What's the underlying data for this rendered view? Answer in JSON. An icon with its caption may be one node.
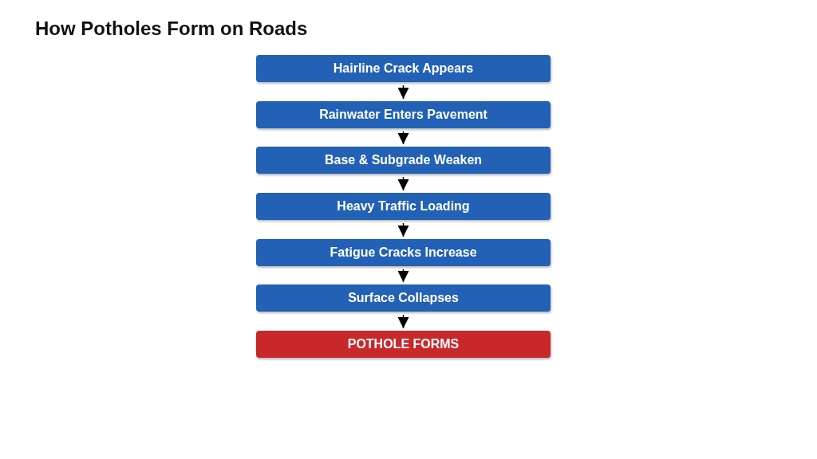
{
  "diagram": {
    "title": "How Potholes Form on Roads",
    "nodes": [
      {
        "text": [
          "Hairline Crack Appears"
        ]
      },
      {
        "text": [
          "Rainwater Enters Pavement"
        ]
      },
      {
        "text": [
          "Base & Subgrade Weaken"
        ]
      },
      {
        "text": [
          "Heavy Traffic Loading"
        ]
      },
      {
        "text": [
          "Fatigue Cracks Increase"
        ]
      },
      {
        "text": [
          "Surface Collapses"
        ]
      },
      {
        "text": [
          "POTHOLE FORMS"
        ]
      }
    ],
    "edges": [
      {
        "from": 0,
        "to": 1,
        "arrow": "to"
      },
      {
        "from": 1,
        "to": 2,
        "arrow": "to"
      },
      {
        "from": 2,
        "to": 3,
        "arrow": "to"
      },
      {
        "from": 3,
        "to": 4,
        "arrow": "to"
      },
      {
        "from": 4,
        "to": 5,
        "arrow": "to"
      },
      {
        "from": 5,
        "to": 6,
        "arrow": "to"
      }
    ]
  }
}
